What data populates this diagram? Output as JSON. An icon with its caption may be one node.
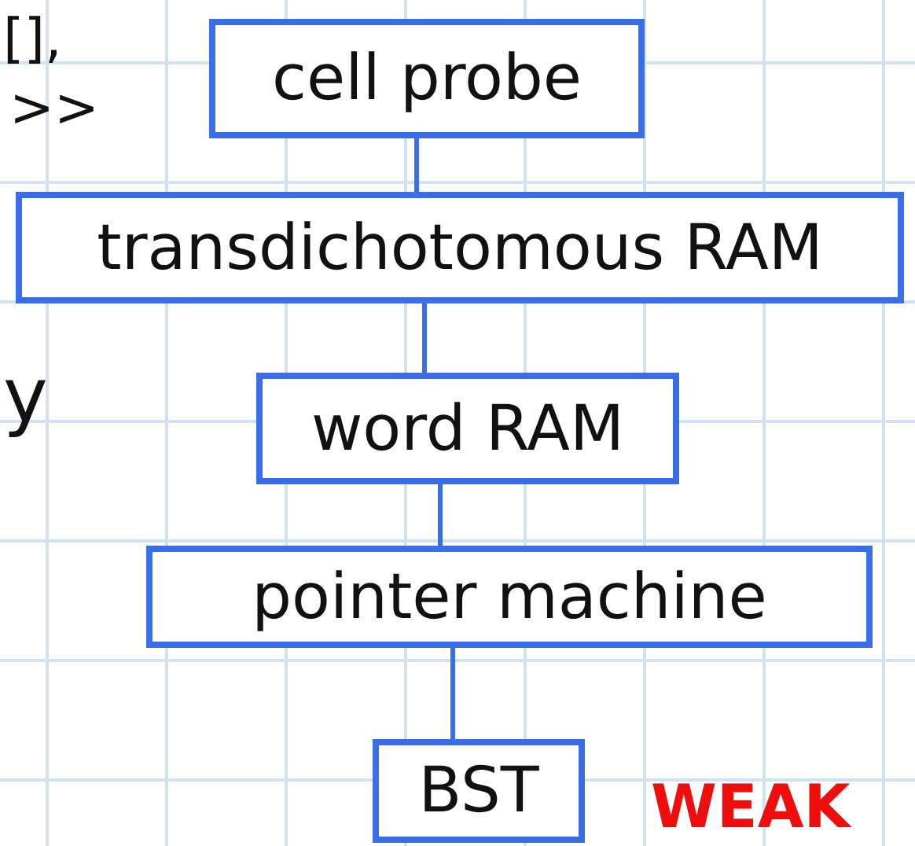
{
  "diagram": {
    "nodes": [
      {
        "text": [
          "cell probe"
        ]
      },
      {
        "text": [
          "transdichotomous RAM"
        ]
      },
      {
        "text": [
          "word RAM"
        ]
      },
      {
        "text": [
          "pointer machine"
        ]
      },
      {
        "text": [
          "BST"
        ]
      }
    ],
    "edges": [
      {
        "from": 0,
        "to": 1,
        "arrow": "none"
      },
      {
        "from": 1,
        "to": 2,
        "arrow": "none"
      },
      {
        "from": 2,
        "to": 3,
        "arrow": "none"
      },
      {
        "from": 3,
        "to": 4,
        "arrow": "none"
      }
    ],
    "labels": [
      "[],",
      ">>",
      "y",
      "WEAK"
    ]
  }
}
